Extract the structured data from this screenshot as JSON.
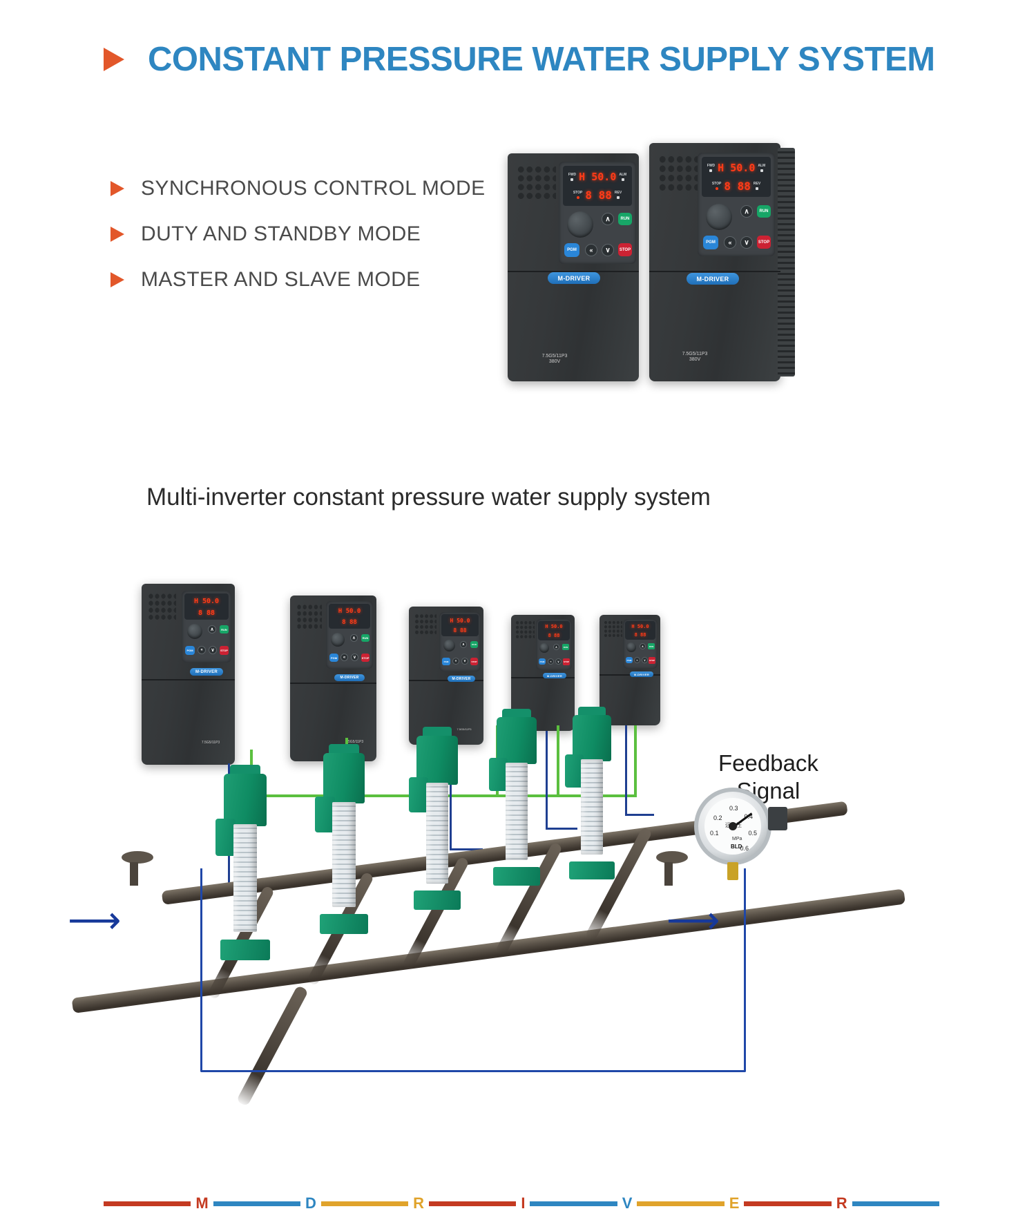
{
  "header": {
    "title": "CONSTANT PRESSURE WATER SUPPLY SYSTEM",
    "bullet_icon": "arrow-right-triangle",
    "title_color": "#2E86C1",
    "bullet_color": "#E2572A"
  },
  "features": [
    {
      "label": "SYNCHRONOUS CONTROL MODE"
    },
    {
      "label": "DUTY AND STANDBY MODE"
    },
    {
      "label": "MASTER AND SLAVE MODE"
    }
  ],
  "subtitle": "Multi-inverter constant pressure water supply system",
  "inverters": {
    "brand": "M-DRIVER",
    "model_line1": "7.5G5/11P3",
    "model_line2": "380V",
    "display": {
      "line1": "H 50.0",
      "line2": "8 88",
      "left_labels": [
        "FWD",
        "STOP"
      ],
      "right_labels": [
        "ALM",
        "REV"
      ]
    },
    "buttons": {
      "pgm": "PGM",
      "shift": "«",
      "down": "∨",
      "up": "∧",
      "run": "RUN",
      "stop": "STOP"
    }
  },
  "diagram": {
    "feedback_label_line1": "Feedback",
    "feedback_label_line2": "Signal",
    "inverter_count": 5,
    "pump_count": 5,
    "wire_color_power": "#1f3f91",
    "wire_color_signal": "#5bbf3f",
    "loop_color": "#1f47a8",
    "flow_arrow_color": "#17399a",
    "gauge": {
      "ticks": [
        "0.1",
        "0.2",
        "0.3",
        "0.4",
        "0.5",
        "0.6"
      ],
      "unit": "MPa",
      "brand": "BLD",
      "label_cn": "远传压"
    }
  },
  "footer": {
    "letters": [
      "M",
      "D",
      "R",
      "I",
      "V",
      "E",
      "R"
    ],
    "letter_colors": [
      "#C43A21",
      "#2E86C1",
      "#E0A32B",
      "#C43A21",
      "#2E86C1",
      "#E0A32B",
      "#C43A21"
    ],
    "segment_colors": [
      "#C43A21",
      "#2E86C1",
      "#E0A32B",
      "#C43A21",
      "#2E86C1",
      "#E0A32B",
      "#C43A21",
      "#2E86C1"
    ]
  }
}
